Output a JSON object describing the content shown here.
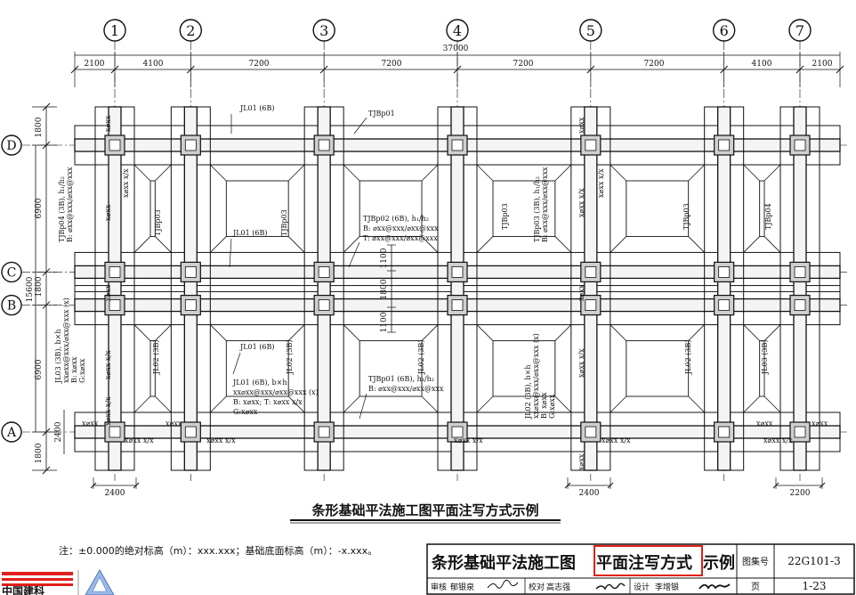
{
  "axes": {
    "columns": [
      {
        "label": "1",
        "pos": 0
      },
      {
        "label": "2",
        "pos": 4100
      },
      {
        "label": "3",
        "pos": 11300
      },
      {
        "label": "4",
        "pos": 18500
      },
      {
        "label": "5",
        "pos": 25700
      },
      {
        "label": "6",
        "pos": 32900
      },
      {
        "label": "7",
        "pos": 37000
      }
    ],
    "rows": [
      {
        "label": "D",
        "pos": 0
      },
      {
        "label": "C",
        "pos": 6900
      },
      {
        "label": "B",
        "pos": 8700
      },
      {
        "label": "A",
        "pos": 15600
      }
    ]
  },
  "dimensions": {
    "top_total": "37000",
    "top_segments": [
      "2100",
      "4100",
      "7200",
      "7200",
      "7200",
      "7200",
      "4100",
      "2100"
    ],
    "left_segments": [
      "1800",
      "6900",
      "1800",
      "6900",
      "1800"
    ],
    "left_total": "15600",
    "bottom_left": "2400",
    "bottom_mid": "2400",
    "bottom_right": "2200",
    "left_2400": "2400",
    "inner_1800": "1800",
    "inner_1100_top": "1100",
    "inner_1100_bottom": "1100"
  },
  "labels": {
    "jl01_top": "JL01 (6B)",
    "tjbp01": "TJBp01",
    "tjbp04_left": "TJBp04 (3B), h₁/h₂",
    "tjbp04_left_2": "B: ⌀xx@xxx/⌀xx@xxx",
    "tjbp03_a": "TJBp03",
    "tjbp03_b": "TJBp03",
    "tjbp03_c": "TJBp03",
    "tjbp03_d": "TJBp03",
    "tjbp04_right": "TJBp04",
    "jl01_mid": "JL01 (6B)",
    "tjbp02_1": "TJBp02 (6B), h₁/h₂",
    "tjbp02_2": "B: ⌀xx@xxx/⌀xx@xxx",
    "tjbp02_3": "T: ⌀xx@xxx/⌀xx@xxx",
    "tjbp03_r1": "TJBp03 (3B), h₁/h₂",
    "tjbp03_r2": "B: ⌀xx@xxx/⌀xx@xxx",
    "jl03_1": "JL03 (3B), b×h",
    "jl03_2": "xx⌀xx@xxx/⌀xx@xxx (x)",
    "jl03_3": "B: x⌀xx",
    "jl03_4": "G:x⌀xx",
    "jl02_a": "JL02 (3B)",
    "jl01_low": "JL01 (6B)",
    "jl02_b": "JL02 (3B)",
    "jl01_ann1": "JL01 (6B), b×h",
    "jl01_ann2": "xx⌀xx@xxx/⌀xx@xxx (x)",
    "jl01_ann3": "B: x⌀xx; T: x⌀xx x/x",
    "jl01_ann4": "G:x⌀xx",
    "jl02_c": "JL02 (3B)",
    "tjbp01_ann1": "TJBp01 (6B), h₁/h₂",
    "tjbp01_ann2": "B: ⌀xx@xxx/⌀xx@xxx",
    "jl02_d1": "JL02 (3B), b×h",
    "jl02_d2": "xx⌀xx@xxx/⌀xx@xxx (x)",
    "jl02_d3": "B: x⌀xx",
    "jl02_d4": "G:x⌀xx",
    "jl02_e": "JL02 (3B)",
    "jl03_r": "JL03 (3B)",
    "rebar_1": "x⌀xx",
    "rebar_2": "x⌀xx x/x",
    "rebar_3": "x⌀xx",
    "rebar_4": "x⌀xx",
    "rebar_5": "x⌀xx x/x",
    "rebar_6": "x⌀xx x/x",
    "rebar_7": "x⌀xx x/x",
    "rebar_8": "x⌀xx x/x",
    "rebar_9": "x⌀xx",
    "rebar_10": "x⌀xx",
    "rebar_11": "x⌀xx x/x",
    "rebar_12": "x⌀xx",
    "rebar_13": "x⌀xx x/x",
    "rebar_14": "x⌀xx x/x",
    "rebar_15": "x⌀xx x/x",
    "rebar_16": "x⌀xx"
  },
  "drawing_title": "条形基础平法施工图平面注写方式示例",
  "note": "注：±0.000的绝对标高（m）：xxx.xxx；基础底面标高（m）：-x.xxx。",
  "title_block": {
    "main_title_part1": "条形基础平法施工图",
    "main_title_highlight": "平面注写方式",
    "main_title_part3": "示例",
    "atlas_label": "图集号",
    "atlas_number": "22G101-3",
    "review_label": "审核",
    "reviewer": "郁银泉",
    "check_label": "校对",
    "checker": "高志强",
    "design_label": "设计",
    "designer": "李增银",
    "page_label": "页",
    "page_number": "1-23"
  },
  "logo": {
    "text": "中国建科"
  },
  "colors": {
    "line": "#111111",
    "highlight": "#e0201b",
    "hatch": "#cfcfcf"
  }
}
